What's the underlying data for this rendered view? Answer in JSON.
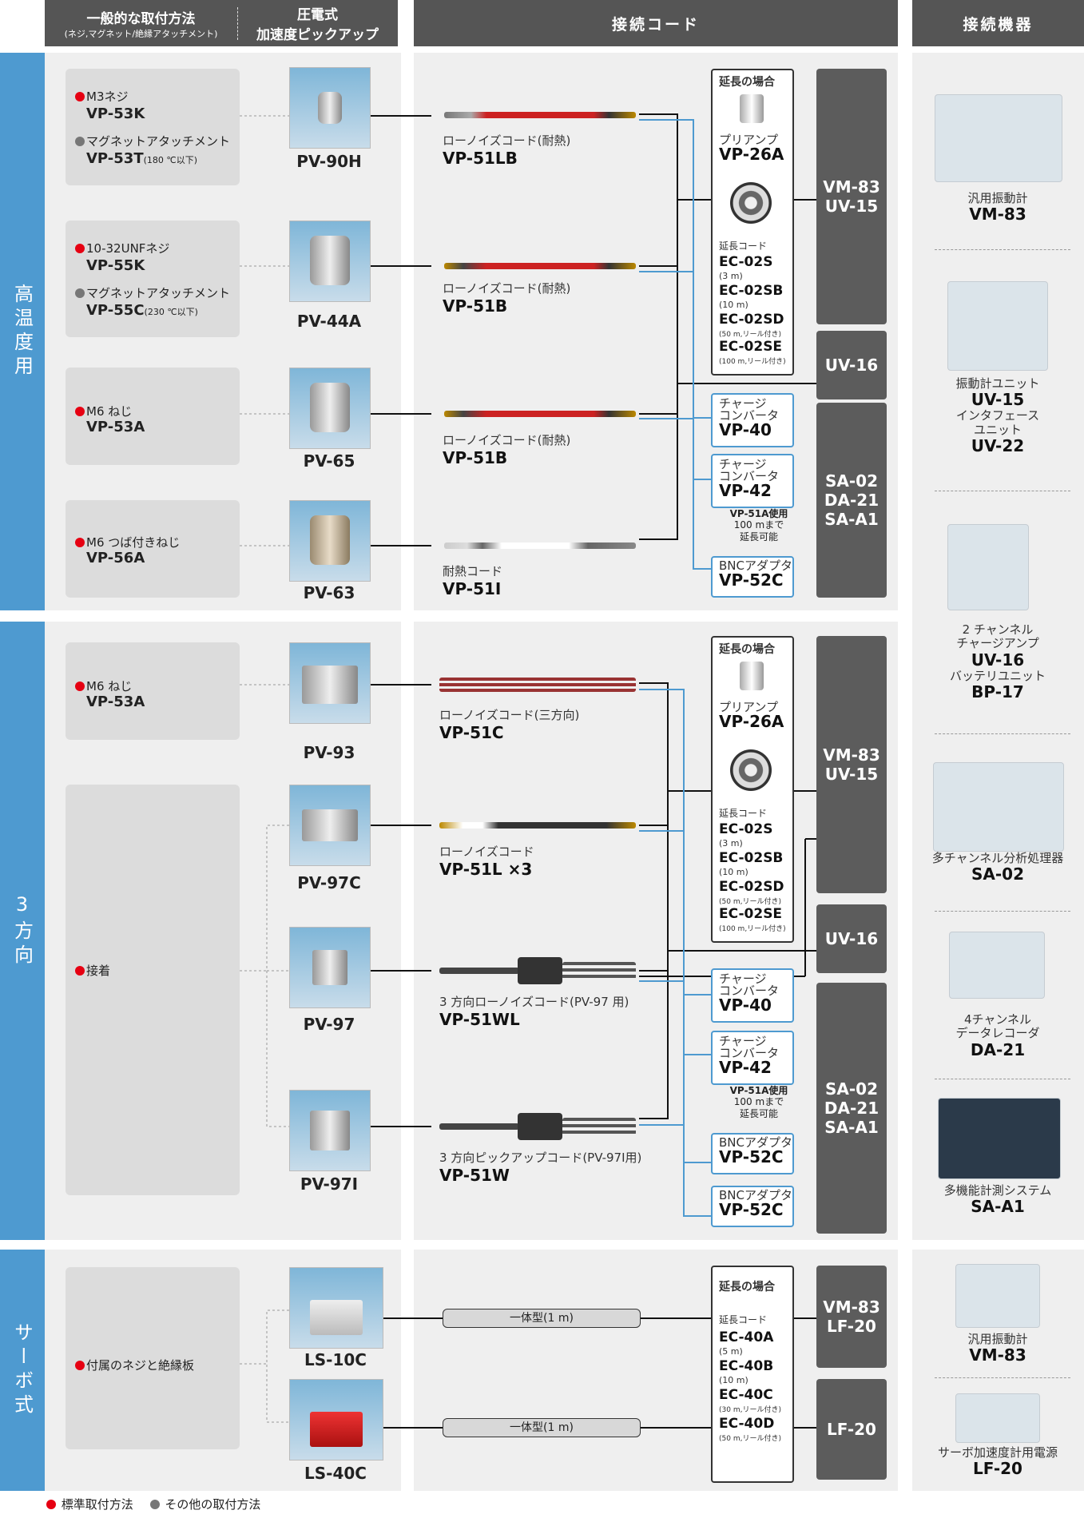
{
  "headers": {
    "mount_title": "一般的な取付方法",
    "mount_sub": "(ネジ,マグネット/絶縁アタッチメント)",
    "sensor_title1": "圧電式",
    "sensor_title2": "加速度ピックアップ",
    "cord": "接続コード",
    "equip": "接続機器"
  },
  "sections": {
    "high_temp": "高温度用",
    "tri": "3方向",
    "servo": "サーボ式"
  },
  "mounts": {
    "m1a": "M3ネジ",
    "m1b": "VP-53K",
    "m1c": "マグネットアタッチメント",
    "m1d": "VP-53T",
    "m1e": "(180 ℃以下)",
    "m2a": "10-32UNFネジ",
    "m2b": "VP-55K",
    "m2c": "マグネットアタッチメント",
    "m2d": "VP-55C",
    "m2e": "(230 ℃以下)",
    "m3a": "M6 ねじ",
    "m3b": "VP-53A",
    "m4a": "M6 つば付きねじ",
    "m4b": "VP-56A",
    "m5a": "M6 ねじ",
    "m5b": "VP-53A",
    "m6a": "接着",
    "m7a": "付属のネジと絶縁板"
  },
  "sensors": [
    "PV-90H",
    "PV-44A",
    "PV-65",
    "PV-63",
    "PV-93",
    "PV-97C",
    "PV-97",
    "PV-97I",
    "LS-10C",
    "LS-40C"
  ],
  "cords": {
    "c1a": "ローノイズコード(耐熱)",
    "c1b": "VP-51LB",
    "c2a": "ローノイズコード(耐熱)",
    "c2b": "VP-51B",
    "c3a": "ローノイズコード(耐熱)",
    "c3b": "VP-51B",
    "c4a": "耐熱コード",
    "c4b": "VP-51I",
    "c5a": "ローノイズコード(三方向)",
    "c5b": "VP-51C",
    "c6a": "ローノイズコード",
    "c6b": "VP-51L ×3",
    "c7a": "3 方向ローノイズコード(PV-97 用)",
    "c7b": "VP-51WL",
    "c8a": "3 方向ピックアップコード(PV-97I用)",
    "c8b": "VP-51W",
    "c9": "一体型(1 m)",
    "c10": "一体型(1 m)"
  },
  "ext": {
    "title": "延長の場合",
    "preamp": "プリアンプ",
    "preamp_model": "VP-26A",
    "ext_cord": "延長コード",
    "ec1": "EC-02S",
    "ec1s": "(3 m)",
    "ec2": "EC-02SB",
    "ec2s": "(10 m)",
    "ec3": "EC-02SD",
    "ec3s": "(50 m,リール付き)",
    "ec4": "EC-02SE",
    "ec4s": "(100 m,リール付き)",
    "charge": "チャージ",
    "conv": "コンバータ",
    "vp40": "VP-40",
    "vp42": "VP-42",
    "vp51a": "VP-51A使用",
    "upto": "100 mまで",
    "extok": "延長可能",
    "bnc": "BNCアダプタ",
    "vp52c": "VP-52C",
    "s_title": "延長の場合",
    "s_cord": "延長コード",
    "s1": "EC-40A",
    "s1s": "(5 m)",
    "s2": "EC-40B",
    "s2s": "(10 m)",
    "s3": "EC-40C",
    "s3s": "(30 m,リール付き)",
    "s4": "EC-40D",
    "s4s": "(50 m,リール付き)"
  },
  "devices": {
    "d1a": "VM-83",
    "d1b": "UV-15",
    "d2": "UV-16",
    "d3a": "SA-02",
    "d3b": "DA-21",
    "d3c": "SA-A1",
    "d4a": "VM-83",
    "d4b": "UV-15",
    "d5": "UV-16",
    "d6a": "SA-02",
    "d6b": "DA-21",
    "d6c": "SA-A1",
    "d7a": "VM-83",
    "d7b": "LF-20",
    "d8": "LF-20"
  },
  "equipment": {
    "e1a": "汎用振動計",
    "e1b": "VM-83",
    "e2a": "振動計ユニット",
    "e2b": "UV-15",
    "e2c": "インタフェース",
    "e2d": "ユニット",
    "e2e": "UV-22",
    "e3a": "2 チャンネル",
    "e3b": "チャージアンプ",
    "e3c": "UV-16",
    "e3d": "バッテリユニット",
    "e3e": "BP-17",
    "e4a": "多チャンネル分析処理器",
    "e4b": "SA-02",
    "e5a": "4チャンネル",
    "e5b": "データレコーダ",
    "e5c": "DA-21",
    "e6a": "多機能計測システム",
    "e6b": "SA-A1",
    "e7a": "汎用振動計",
    "e7b": "VM-83",
    "e8a": "サーボ加速度計用電源",
    "e8b": "LF-20"
  },
  "legend": {
    "std": "標準取付方法",
    "other": "その他の取付方法"
  }
}
